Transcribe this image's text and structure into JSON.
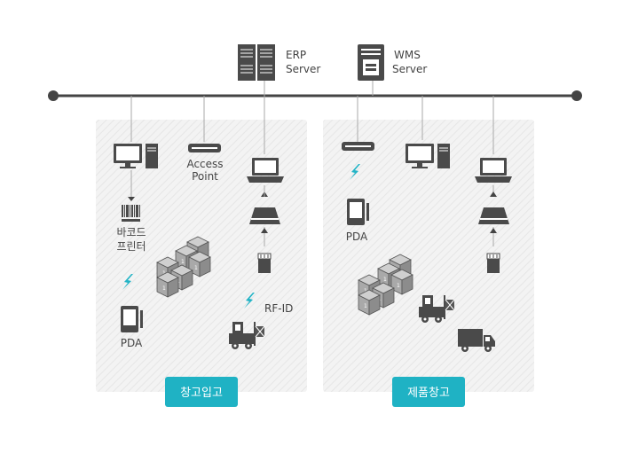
{
  "servers": {
    "erp": {
      "line1": "ERP",
      "line2": "Server"
    },
    "wms": {
      "line1": "WMS",
      "line2": "Server"
    }
  },
  "left_panel": {
    "access_point": {
      "line1": "Access",
      "line2": "Point"
    },
    "barcode_printer": {
      "line1": "바코드",
      "line2": "프린터"
    },
    "pda_label": "PDA",
    "rfid_label": "RF-ID",
    "button_label": "창고입고"
  },
  "right_panel": {
    "pda_label": "PDA",
    "button_label": "제품창고"
  },
  "colors": {
    "bus": "#444444",
    "connector": "#aaaaaa",
    "panel": "#f0f0f0",
    "device": "#4a4a4a",
    "wireless": "#23b4c6",
    "button": "#1fb2c4"
  }
}
